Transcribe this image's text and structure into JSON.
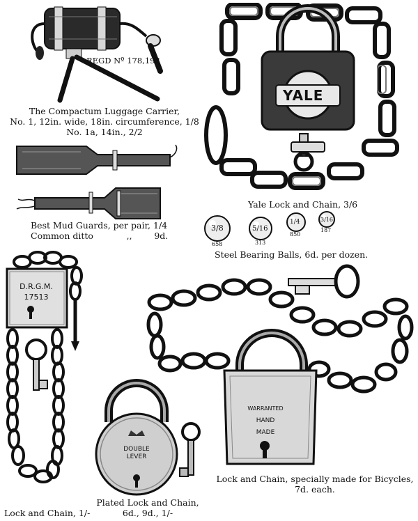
{
  "luggage_carrier": {
    "plate": "REGD Nº 178,193",
    "caption_line1": "The Compactum Luggage Carrier,",
    "caption_line2": "No. 1, 12in. wide, 18in. circumference, 1/8",
    "caption_line3": "No. 1a, 14in., 2/2"
  },
  "yale": {
    "engraving": "YALE",
    "caption": "Yale Lock and Chain, 3/6"
  },
  "mud_guards": {
    "caption_line1": "Best Mud Guards, per pair, 1/4",
    "caption_line2": "Common ditto            ,,        9d."
  },
  "bearing_balls": {
    "sizes": [
      "3/8",
      "5/16",
      "1/4",
      "3/16"
    ],
    "counts": [
      "658",
      "313",
      "850",
      "187"
    ],
    "caption": "Steel Bearing Balls, 6d. per dozen."
  },
  "drgm_lock": {
    "engraving_line1": "D.R.G.M.",
    "engraving_line2": "17513",
    "caption": "Lock and Chain, 1/-"
  },
  "plated_lock": {
    "engraving_line1": "DOUBLE",
    "engraving_line2": "LEVER",
    "caption_line1": "Plated Lock and Chain,",
    "caption_line2": "6d., 9d., 1/-"
  },
  "bicycle_lock": {
    "engraving_line1": "WARRANTED",
    "engraving_line2": "HAND",
    "engraving_line3": "MADE",
    "caption_line1": "Lock and Chain, specially made for Bicycles,",
    "caption_line2": "7d. each."
  }
}
